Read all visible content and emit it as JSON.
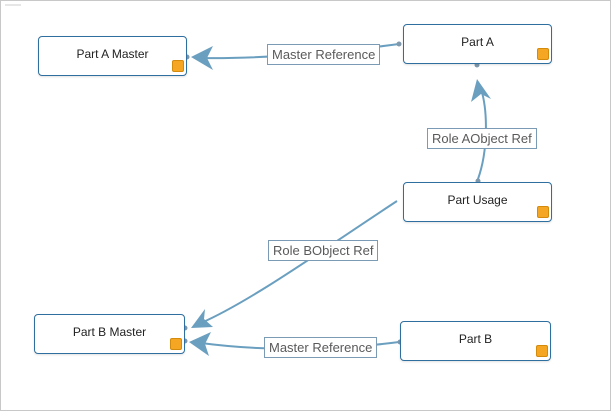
{
  "diagram": {
    "nodes": [
      {
        "id": "part-a-master",
        "label": "Part A Master"
      },
      {
        "id": "part-a",
        "label": "Part A"
      },
      {
        "id": "part-usage",
        "label": "Part Usage"
      },
      {
        "id": "part-b-master",
        "label": "Part B Master"
      },
      {
        "id": "part-b",
        "label": "Part B"
      }
    ],
    "edges": [
      {
        "from": "part-a",
        "to": "part-a-master",
        "label": "Master Reference"
      },
      {
        "from": "part-usage",
        "to": "part-a",
        "label": "Role AObject Ref"
      },
      {
        "from": "part-usage",
        "to": "part-b-master",
        "label": "Role BObject Ref"
      },
      {
        "from": "part-b",
        "to": "part-b-master",
        "label": "Master Reference"
      }
    ],
    "colors": {
      "node_border": "#2f6f9f",
      "edge": "#6a9fc0",
      "badge": "#f5a623",
      "label_border": "#7a9bb3"
    }
  }
}
